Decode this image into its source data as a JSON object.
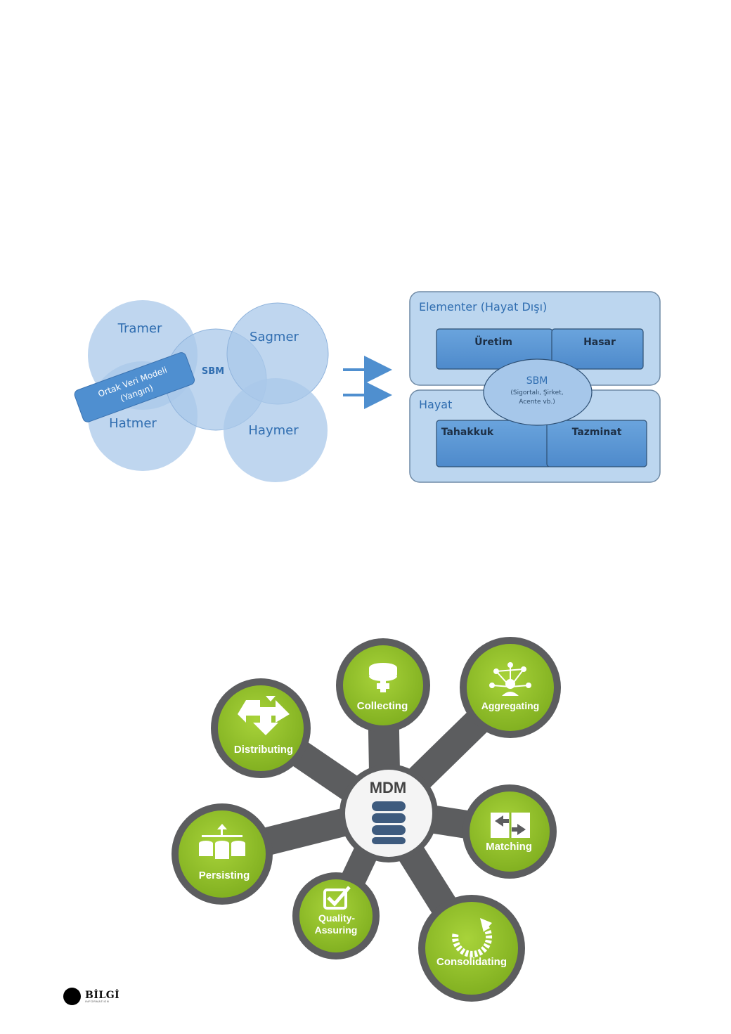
{
  "venn_diagram": {
    "circles": [
      "Tramer",
      "Sagmer",
      "Hatmer",
      "Haymer"
    ],
    "center_label": "SBM",
    "banner": [
      "Ortak Veri Modeli",
      "(Yangın)"
    ]
  },
  "structure_diagram": {
    "top_panel_title": "Elementer (Hayat Dışı)",
    "top_boxes": [
      "Üretim",
      "Hasar"
    ],
    "bottom_panel_title": "Hayat",
    "bottom_boxes": [
      "Tahakkuk",
      "Tazminat"
    ],
    "center_oval": {
      "title": "SBM",
      "lines": [
        "(Sigortalı, Şirket,",
        "Acente vb.)"
      ]
    }
  },
  "mdm_diagram": {
    "hub_title": "MDM",
    "nodes": [
      {
        "label": "Collecting",
        "icon": "database-collect-icon"
      },
      {
        "label": "Aggregating",
        "icon": "network-person-icon"
      },
      {
        "label": "Distributing",
        "icon": "distribute-arrows-icon"
      },
      {
        "label": "Matching",
        "icon": "matching-arrows-icon"
      },
      {
        "label": "Persisting",
        "icon": "database-stack-icon"
      },
      {
        "label": "Quality-",
        "label2": "Assuring",
        "icon": "checkbox-icon"
      },
      {
        "label": "Consolidating",
        "icon": "circular-arrow-icon"
      }
    ],
    "colors": {
      "node_green": "#8cbd2a",
      "arm_gray": "#5c5d5f",
      "db_blue": "#3e5b7e"
    }
  },
  "footer": {
    "brand": "BİLGİ",
    "sub": "INFORMATION"
  }
}
